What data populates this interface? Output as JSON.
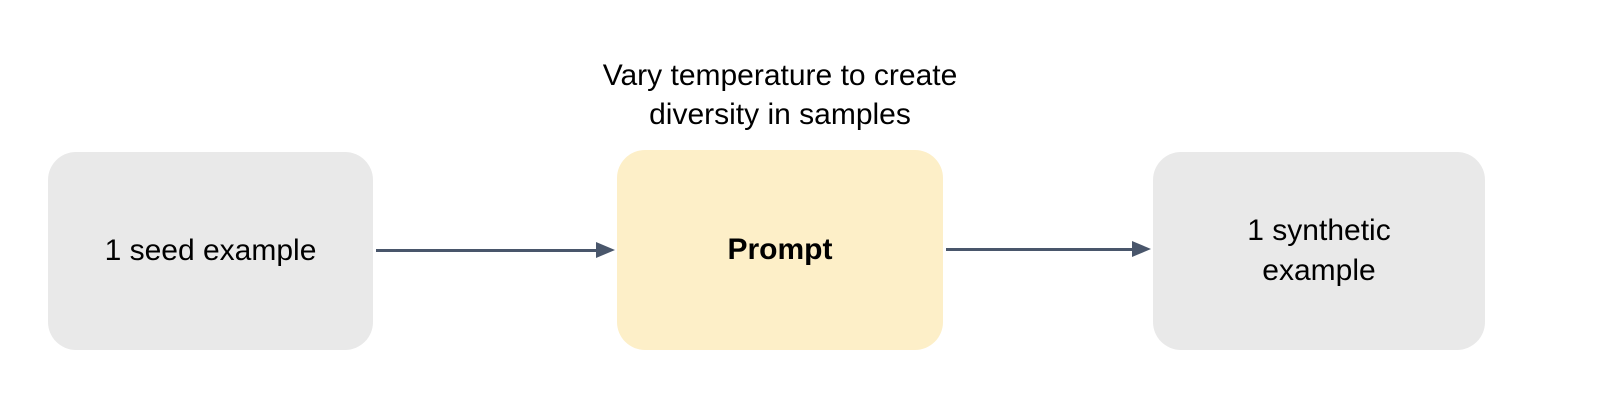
{
  "diagram": {
    "caption": "Vary temperature to create\ndiversity in samples",
    "nodes": [
      {
        "id": "seed",
        "label": "1 seed example"
      },
      {
        "id": "prompt",
        "label": "Prompt"
      },
      {
        "id": "synthetic",
        "label": "1 synthetic\nexample"
      }
    ],
    "arrows": [
      {
        "from": "seed",
        "to": "prompt"
      },
      {
        "from": "prompt",
        "to": "synthetic"
      }
    ],
    "colors": {
      "node_gray": "#e9e9e9",
      "node_yellow": "#fdefc8",
      "arrow": "#49566b",
      "text": "#000000",
      "background": "#ffffff"
    }
  }
}
